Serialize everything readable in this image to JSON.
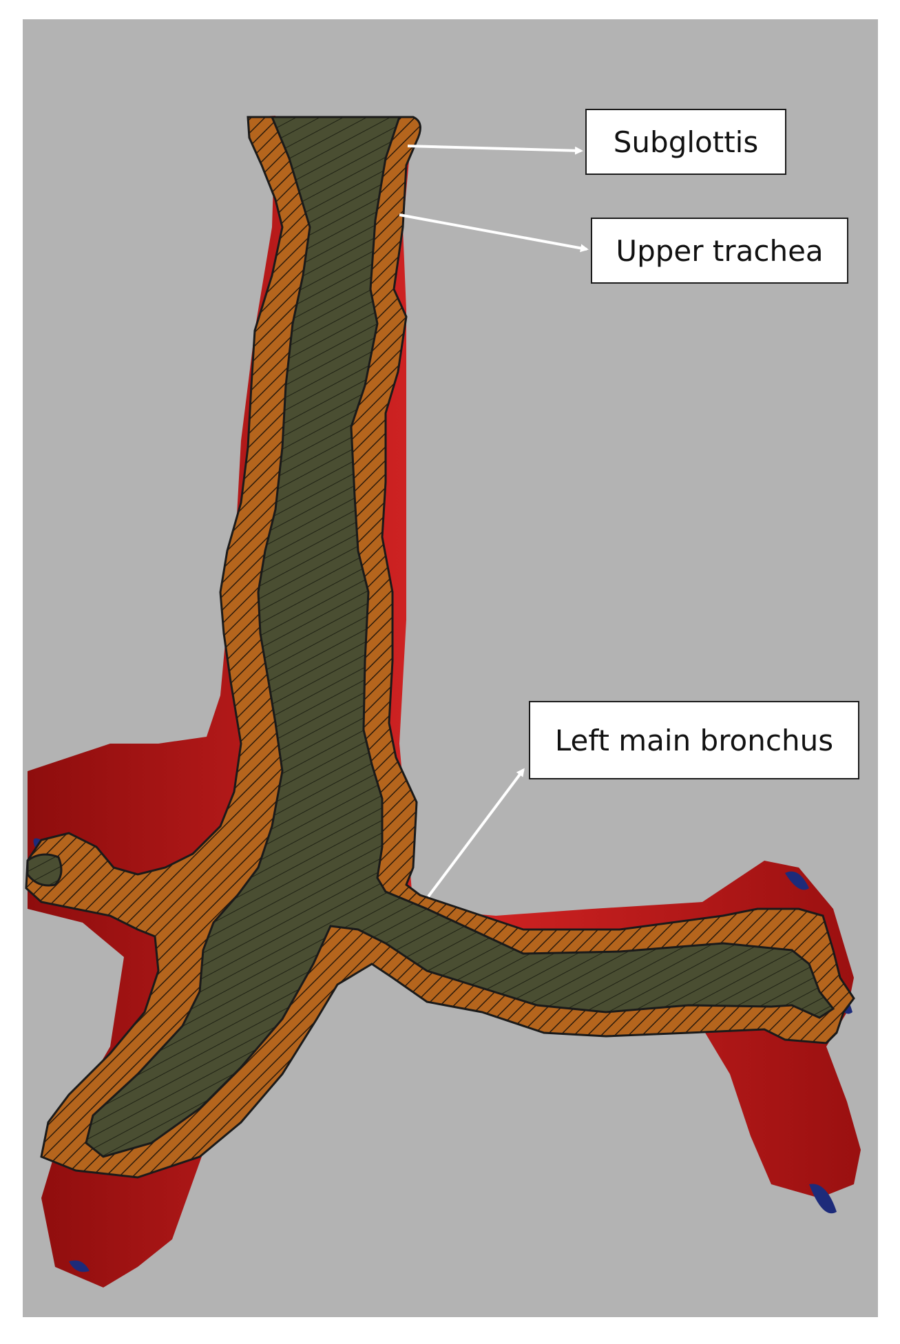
{
  "figure": {
    "background_color": "#b3b3b3",
    "lumen_color": "#4a4e32",
    "wall_color": "#b5651d",
    "tissue_color": "#c2191a",
    "arrow_color": "#ffffff"
  },
  "labels": {
    "subglottis": "Subglottis",
    "upper_trachea": "Upper trachea",
    "left_main_bronchus": "Left main bronchus"
  }
}
